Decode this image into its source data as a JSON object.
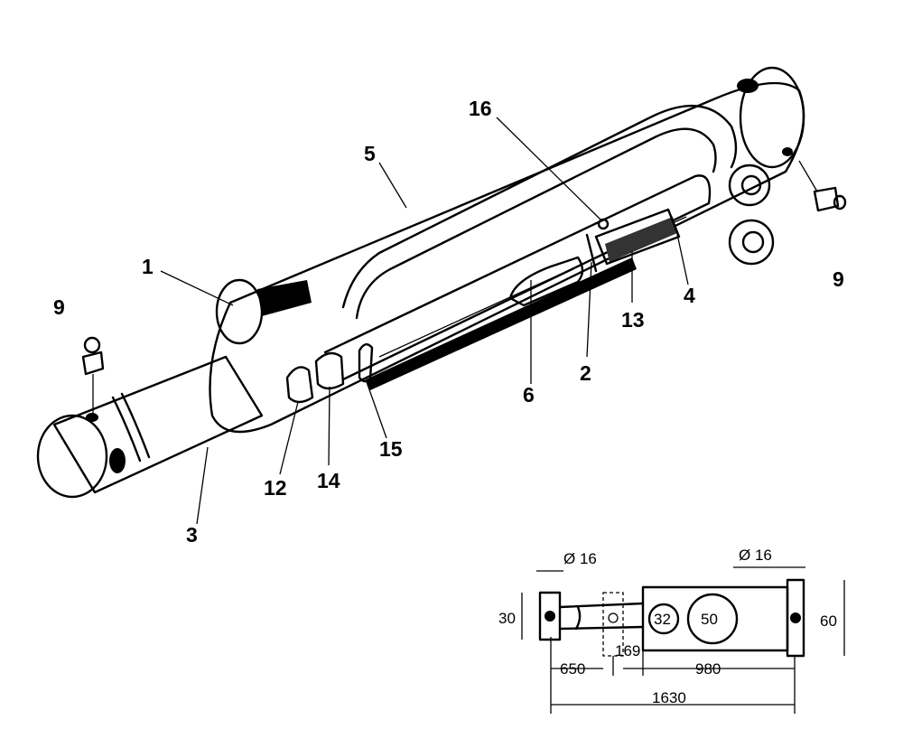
{
  "callouts": [
    "1",
    "2",
    "3",
    "4",
    "5",
    "6",
    "9",
    "9",
    "12",
    "13",
    "14",
    "15",
    "16"
  ],
  "dimensions": {
    "pin_dia_left": "Ø 16",
    "pin_dia_right": "Ø 16",
    "height_left": "30",
    "height_right": "60",
    "rod_dia": "32",
    "bore_dia": "50",
    "offset": "169",
    "stroke": "650",
    "body_len": "980",
    "total_len": "1630"
  }
}
